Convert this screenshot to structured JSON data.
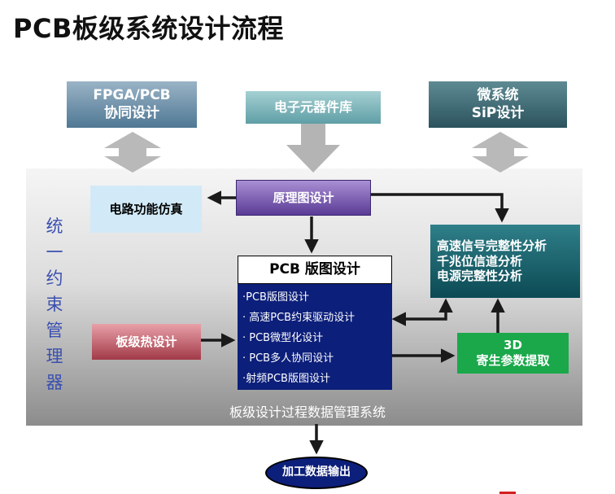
{
  "title": "PCB板级系统设计流程",
  "nodes": {
    "fpga": [
      "FPGA/PCB",
      "协同设计"
    ],
    "component_library": "电子元器件库",
    "sip": [
      "微系统",
      "SiP设计"
    ],
    "circuit_sim": "电路功能仿真",
    "schematic": "原理图设计",
    "pcb_layout": {
      "header": "PCB 版图设计",
      "items": [
        "·PCB版图设计",
        "· 高速PCB约束驱动设计",
        "· PCB微型化设计",
        "· PCB多人协同设计",
        "·射频PCB版图设计"
      ]
    },
    "thermal": "板级热设计",
    "signal_integrity": [
      "高速信号完整性分析",
      "千兆位信道分析",
      "电源完整性分析"
    ],
    "parasitic": [
      "3D",
      "寄生参数提取"
    ],
    "output": "加工数据输出"
  },
  "unified_management": [
    "统",
    "一",
    "约",
    "束",
    "管",
    "理",
    "器"
  ],
  "data_management_system": "板级设计过程数据管理系统",
  "colors": {
    "pcb_body": "#0c1f7a",
    "schematic": "#5a3b95",
    "signal_integrity": "#0c4a54",
    "parasitic": "#1ba84a",
    "thermal": "#a23a48",
    "vertical_text": "#3a4fb0",
    "red_mark": "#d21f1f"
  }
}
